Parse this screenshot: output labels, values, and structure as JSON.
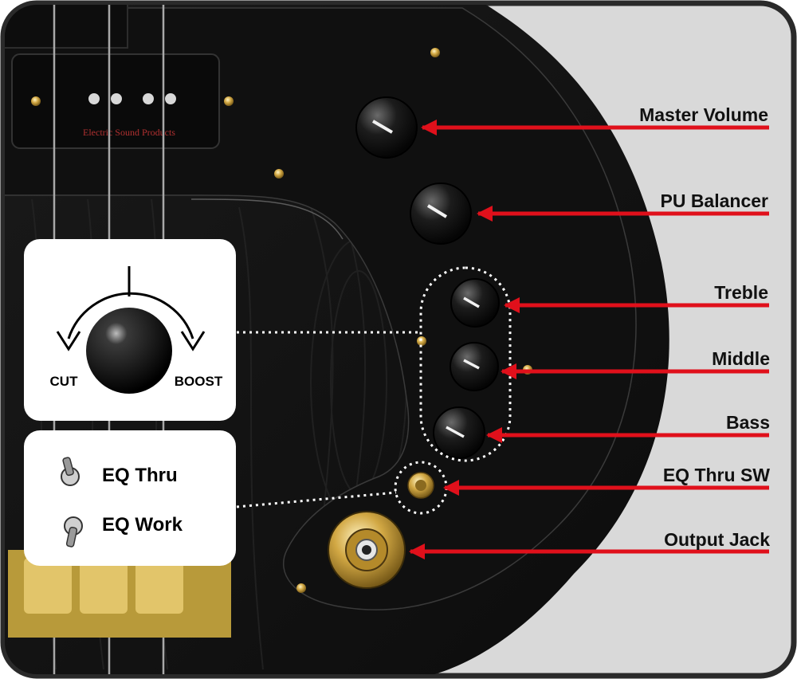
{
  "pickup": {
    "brand_text": "Electric Sound Products"
  },
  "callouts": [
    {
      "id": "master-volume",
      "label": "Master Volume"
    },
    {
      "id": "pu-balancer",
      "label": "PU Balancer"
    },
    {
      "id": "treble",
      "label": "Treble"
    },
    {
      "id": "middle",
      "label": "Middle"
    },
    {
      "id": "bass",
      "label": "Bass"
    },
    {
      "id": "eq-thru-sw",
      "label": "EQ Thru SW"
    },
    {
      "id": "output-jack",
      "label": "Output Jack"
    }
  ],
  "knob_panel": {
    "cut_label": "CUT",
    "boost_label": "BOOST"
  },
  "switch_panel": {
    "thru_label": "EQ Thru",
    "work_label": "EQ Work"
  },
  "colors": {
    "arrow": "#e0101b",
    "frame": "#2a2a2a",
    "backdrop": "#d9d9d9",
    "body": "#141414",
    "gold": "#c9a23c"
  }
}
